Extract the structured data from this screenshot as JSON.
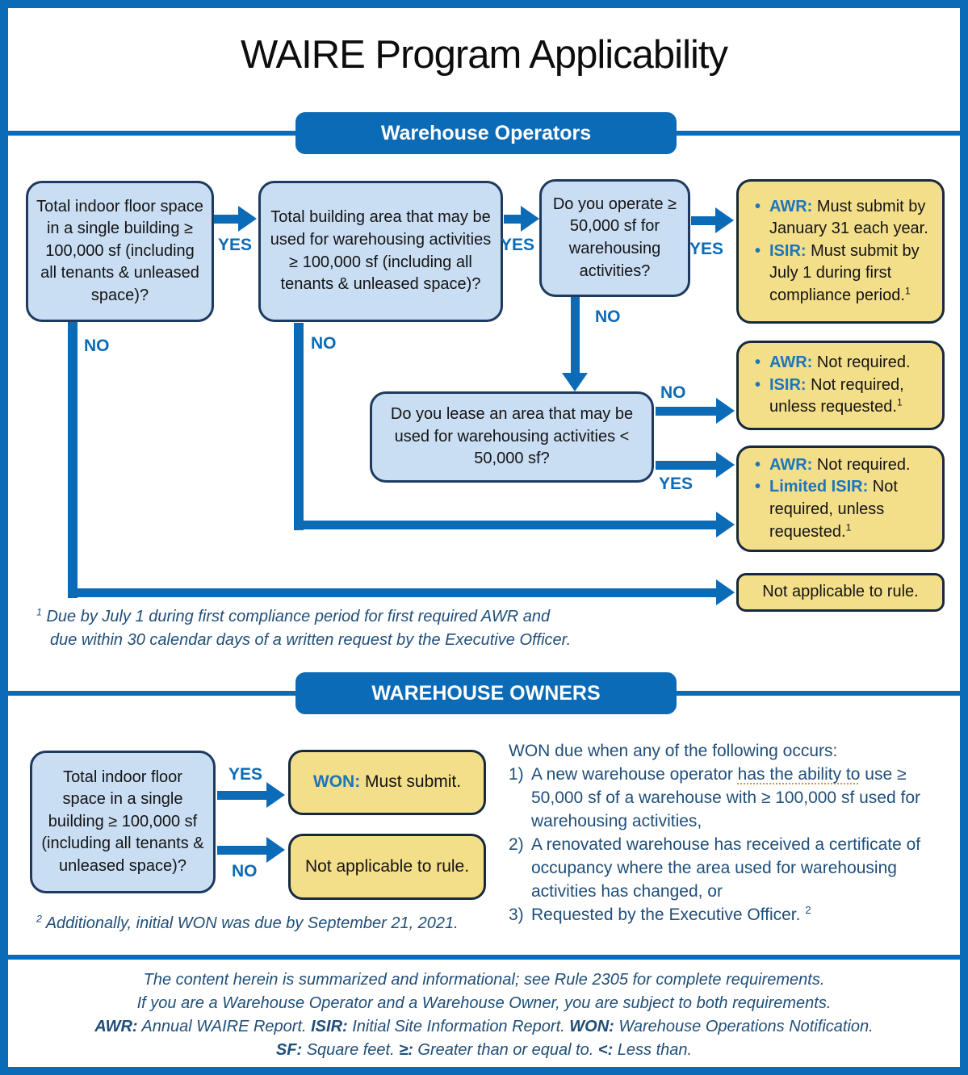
{
  "title": "WAIRE Program Applicability",
  "colors": {
    "accent_blue": "#0B6BB7",
    "light_blue_fill": "#C9DDF3",
    "blue_box_border": "#1E3A5F",
    "yellow_fill": "#F3DE8A",
    "yellow_border": "#17293D",
    "label_blue": "#1B75BC",
    "note_blue": "#1F4E79"
  },
  "labels": {
    "yes": "YES",
    "no": "NO"
  },
  "operators": {
    "header": "Warehouse Operators",
    "q_floor_space": "Total indoor floor space in a single building ≥ 100,000 sf (including all tenants & unleased space)?",
    "q_building_area": "Total building area that may be used for warehousing activities ≥ 100,000 sf (including all tenants & unleased space)?",
    "q_operate": "Do you operate ≥ 50,000 sf for warehousing activities?",
    "q_lease": "Do you lease an area that may be used for warehousing activities < 50,000 sf?",
    "result_must_submit": {
      "bullets": [
        {
          "label": "AWR:",
          "text": " Must submit by January 31 each year.",
          "sup": ""
        },
        {
          "label": "ISIR:",
          "text": " Must submit by July 1 during first compliance period.",
          "sup": "1"
        }
      ]
    },
    "result_not_required": {
      "bullets": [
        {
          "label": "AWR:",
          "text": " Not required.",
          "sup": ""
        },
        {
          "label": "ISIR:",
          "text": " Not required, unless requested.",
          "sup": "1"
        }
      ]
    },
    "result_limited": {
      "bullets": [
        {
          "label": "AWR:",
          "text": " Not required.",
          "sup": ""
        },
        {
          "label": "Limited ISIR:",
          "text": " Not required, unless requested.",
          "sup": "1"
        }
      ]
    },
    "result_not_applicable": "Not applicable to rule.",
    "footnote1_sup": "1",
    "footnote1_line1": " Due by July 1 during first compliance period for first required AWR and",
    "footnote1_line2": "due within 30 calendar days of a written request by the Executive Officer."
  },
  "owners": {
    "header": "WAREHOUSE OWNERS",
    "q_floor_space": "Total indoor floor space in a single building ≥ 100,000 sf (including all tenants & unleased space)?",
    "won_label": "WON:",
    "won_text": " Must submit.",
    "result_not_applicable": "Not applicable to rule.",
    "won_due_title": "WON due when any of the following occurs:",
    "items": [
      {
        "num": "1)",
        "pre": "A new warehouse operator ",
        "underlined": "has the ability to",
        "post": " use ≥ 50,000 sf of a warehouse with ≥ 100,000 sf used for warehousing activities,",
        "sup": ""
      },
      {
        "num": "2)",
        "pre": "A renovated warehouse has received a certificate of occupancy where the area used for warehousing activities has changed, or",
        "underlined": "",
        "post": "",
        "sup": ""
      },
      {
        "num": "3)",
        "pre": "Requested by the Executive Officer.",
        "underlined": "",
        "post": "",
        "sup": "2"
      }
    ],
    "footnote2_sup": "2",
    "footnote2": " Additionally, initial WON was due by September 21, 2021."
  },
  "footer": {
    "line1": "The content herein is summarized and informational; see Rule 2305 for complete requirements.",
    "line2": "If you are a Warehouse Operator and a Warehouse Owner, you are subject to both requirements.",
    "line3": [
      {
        "b": "AWR:"
      },
      {
        "t": " Annual WAIRE Report.  "
      },
      {
        "b": "ISIR:"
      },
      {
        "t": " Initial Site Information Report.  "
      },
      {
        "b": "WON:"
      },
      {
        "t": " Warehouse Operations Notification."
      }
    ],
    "line4": [
      {
        "b": "SF:"
      },
      {
        "t": " Square feet.  "
      },
      {
        "b": "≥:"
      },
      {
        "t": " Greater than or equal to.  "
      },
      {
        "b": "<:"
      },
      {
        "t": " Less than."
      }
    ]
  }
}
